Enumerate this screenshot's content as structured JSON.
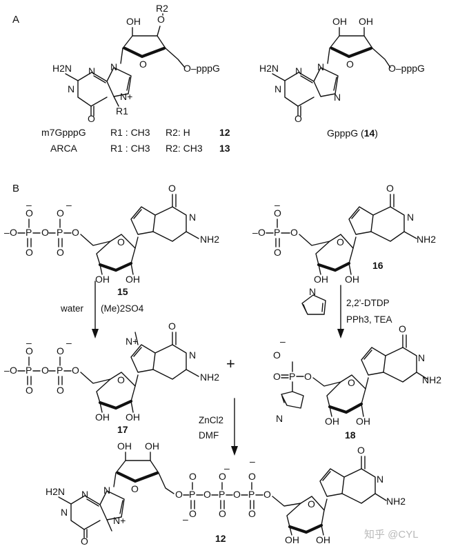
{
  "panel_a": {
    "label": "A",
    "r2_top": "R2",
    "oh": "OH",
    "o_pppg": "O–pppG",
    "h2n": "H2N",
    "nh": "N",
    "n_plus": "N+",
    "r1": "R1",
    "o": "O",
    "n": "N",
    "rows": [
      {
        "name": "m7GpppG",
        "r1": "R1 : CH3",
        "r2": "R2: H",
        "num": "12"
      },
      {
        "name": "ARCA",
        "r1": "R1 : CH3",
        "r2": "R2: CH3",
        "num": "13"
      }
    ],
    "gpppg_name": "GpppG (",
    "gpppg_num": "14",
    "gpppg_close": ")"
  },
  "panel_b": {
    "label": "B",
    "compound_15": "15",
    "compound_16": "16",
    "compound_17": "17",
    "compound_18": "18",
    "compound_12": "12",
    "cond_left_1": "water",
    "cond_left_2": "(Me)2SO4",
    "cond_right_1": "2,2'-DTDP",
    "cond_right_2": "PPh3, TEA",
    "cond_bottom_1": "ZnCl2",
    "cond_bottom_2": "DMF",
    "plus": "+",
    "nh2": "NH2",
    "oh": "OH",
    "p": "P",
    "o": "O",
    "minus": "–"
  },
  "watermark": "知乎 @CYL"
}
